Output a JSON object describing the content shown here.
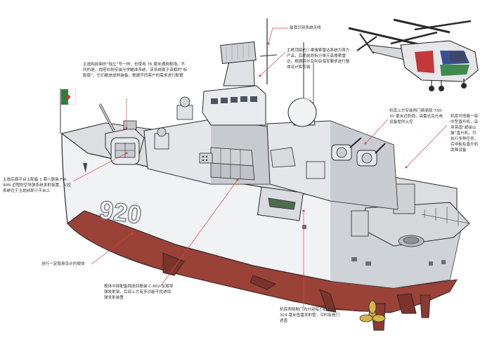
{
  "hull_number": "920",
  "colors": {
    "hull": "#f1f2f4",
    "hull_shade": "#c9ccd1",
    "superstructure": "#e4e6e9",
    "superstructure_shade": "#aeb2b8",
    "lower_hull": "#9b4238",
    "lower_hull_shade": "#6e2a24",
    "deck": "#d6d8db",
    "helicopter_red": "#c4383a",
    "helicopter_blue": "#3b4f93",
    "helicopter_green": "#3f8a4e",
    "leader_line": "#d0494a",
    "outline": "#2a2a2a"
  },
  "icons": {
    "flag": "algeria-flag-icon",
    "helicopter": "helicopter-icon",
    "propeller": "propeller-icon"
  },
  "labels": {
    "radar": "敌我识别系统天线",
    "main_gun": "主炮和前面的“独立”号一样，也使用 76 毫米通用舰炮。不同的是，炮塔右侧安装光学瞄准系统，该系统属于该舰的“标配版”，它们都是成熟装备，根据不同客户的需求进行配置",
    "three_d_radar": "主桅顶部的三维搜索雷达系统为首方产品，后桅前即拆分单元高搜索雷达，根据阿尔及利亚海军要求进行整体设计和安装",
    "gatling": "机库上方安装两门精简版 730-30 毫米近防炮，由雷达及光电设备提供火控",
    "hangar": "机库可搭载一架中型直升机，采用英国“超级山猫”直升机，可执行多种任务，后甲板有直升机助降设备",
    "fm90": "主炮后面平台上配备 1 套八联装 FM-90N 近程防空导弹系统发射装置，火控系统位于主炮前部小平台上",
    "stealth_hull": "进行一定隐身设计的舰体",
    "c802": "舰体中部配备两座四联装 C-802 反舰导弹发射架，后部上方有多功能干扰诱饵弹发射装置",
    "torpedo": "机库两侧舱门内分别有小艇库及 324 毫米鱼雷发射管，平时有舱门遮盖"
  }
}
